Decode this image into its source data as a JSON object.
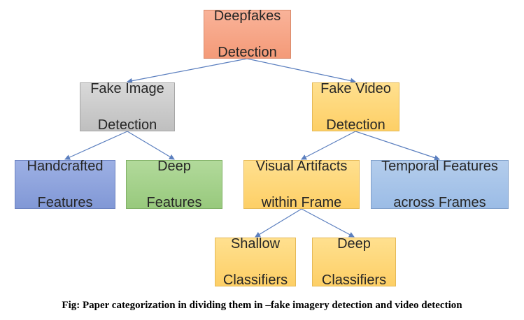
{
  "nodes": {
    "root": {
      "line1": "Deepfakes",
      "line2": "Detection"
    },
    "image": {
      "line1": "Fake Image",
      "line2": "Detection"
    },
    "video": {
      "line1": "Fake Video",
      "line2": "Detection"
    },
    "hand": {
      "line1": "Handcrafted",
      "line2": "Features"
    },
    "deepf": {
      "line1": "Deep",
      "line2": "Features"
    },
    "visual": {
      "line1": "Visual Artifacts",
      "line2": "within Frame"
    },
    "temp": {
      "line1": "Temporal Features",
      "line2": "across Frames"
    },
    "shallow": {
      "line1": "Shallow",
      "line2": "Classifiers"
    },
    "deepc": {
      "line1": "Deep",
      "line2": "Classifiers"
    }
  },
  "caption": "Fig: Paper categorization in dividing them in –fake imagery detection and video detection",
  "colors": {
    "arrow": "#5b7fbf",
    "root": "#f4a484",
    "gray": "#cccccc",
    "yellow": "#fed87a",
    "blue": "#8fa4dc",
    "green": "#a4d18c",
    "lightblue": "#a8c5ea"
  }
}
